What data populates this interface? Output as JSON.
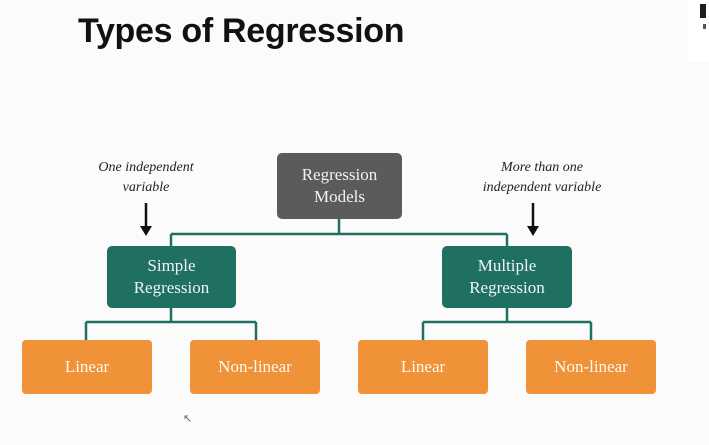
{
  "title": "Types of Regression",
  "nodes": {
    "root": "Regression Models",
    "simple": "Simple Regression",
    "multiple": "Multiple Regression",
    "simple_linear": "Linear",
    "simple_nonlinear": "Non-linear",
    "multiple_linear": "Linear",
    "multiple_nonlinear": "Non-linear"
  },
  "annotations": {
    "left_line1": "One independent",
    "left_line2": "variable",
    "right_line1": "More than one",
    "right_line2": "independent variable"
  },
  "colors": {
    "root": "#5b5b5b",
    "mid": "#1f6f62",
    "leaf": "#ef9238",
    "connector": "#1f6f62"
  }
}
